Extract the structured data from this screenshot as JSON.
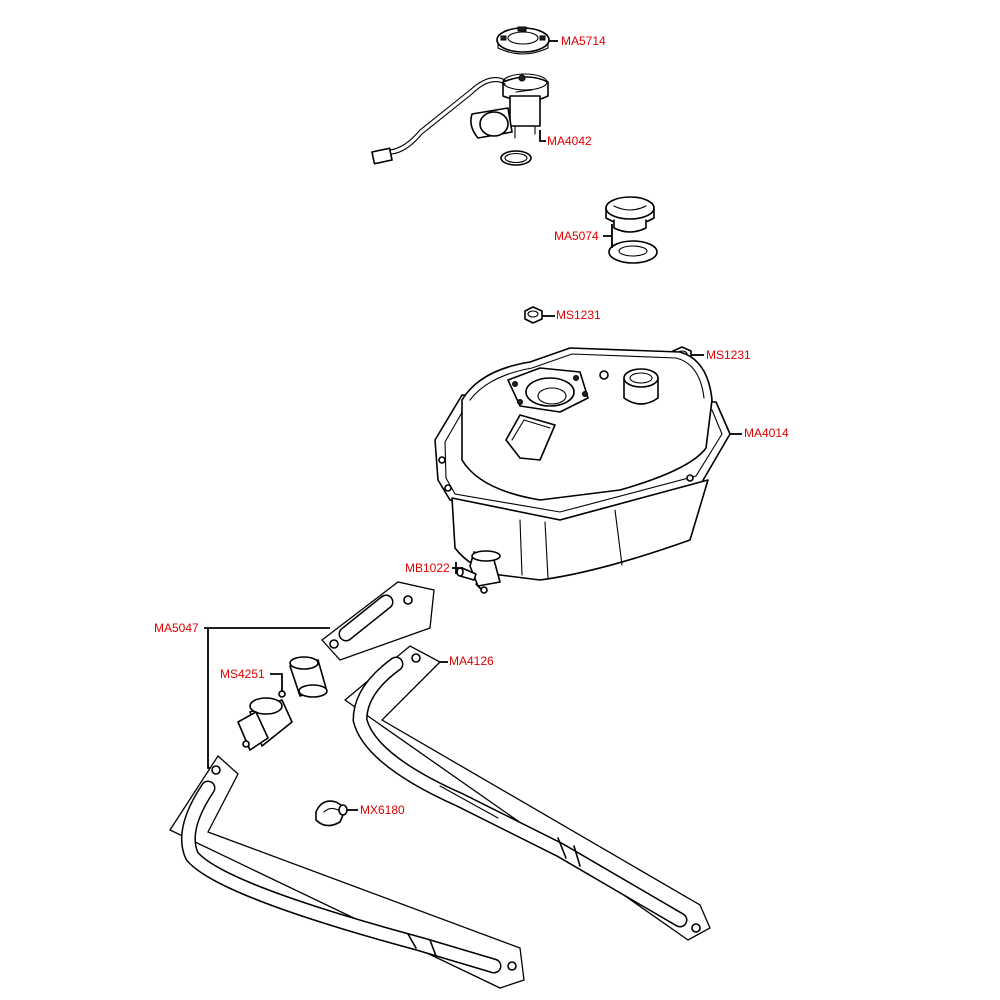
{
  "diagram": {
    "labels": {
      "ma5714": "MA5714",
      "ma4042": "MA4042",
      "ma5074": "MA5074",
      "ms1231_a": "MS1231",
      "ms1231_b": "MS1231",
      "ma4014": "MA4014",
      "mb1022": "MB1022",
      "ma5047": "MA5047",
      "ms4251": "MS4251",
      "ma4126": "MA4126",
      "mx6180": "MX6180"
    },
    "label_color": "#e00000",
    "line_color": "#000000"
  }
}
